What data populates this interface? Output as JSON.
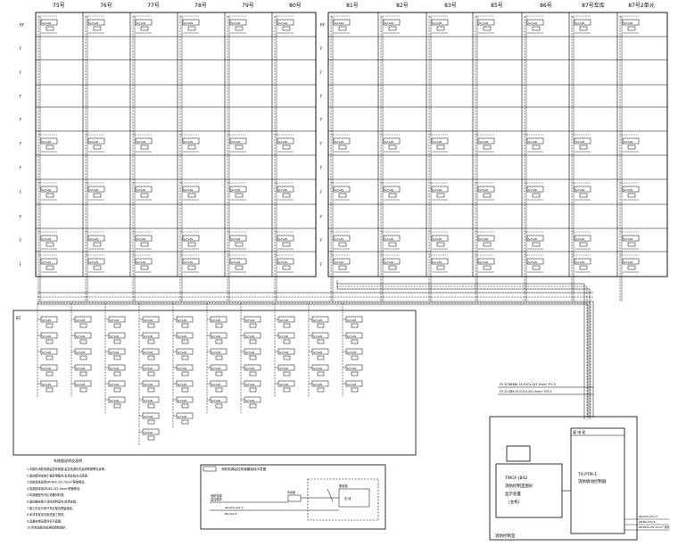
{
  "top_columns_left": [
    "75号",
    "76号",
    "77号",
    "78号",
    "79号",
    "80号"
  ],
  "top_columns_right": [
    "81号",
    "82号",
    "83号",
    "85号",
    "86号",
    "87号车库",
    "87号2单元"
  ],
  "row_labels": [
    "RF",
    "F",
    "F",
    "F",
    "F",
    "F",
    "F",
    "F",
    "F",
    "F",
    "F"
  ],
  "lower_block_label": "B1",
  "device_tag": "SI-FLAN",
  "wiring_lines": [
    "FS-32 NB8BL 2S-FUCV-2X1.5mm² 3*2.5",
    "FS-32 SB9 2S-FUCV-2X1.5mm² 3*2.5"
  ],
  "fire_room": {
    "terminal_header": "弱 电 柜",
    "host_model": "TWGF-JB42",
    "host_line1": "消防控制室图形",
    "host_line2": "显示装置",
    "host_line3": "(主机)",
    "ctrl_model": "TX-PTM-1",
    "ctrl_line1": "消防联动控制器",
    "room_label": "消防控制室"
  },
  "legend": {
    "title": "系统图说明及说明",
    "lines": [
      "1.本图为消防电源监控系统图,监控电源状态及故障报警信息等。",
      "2.监控模块安装于各配电箱内,采用总线方式连接。",
      "3.系统总线采用ZR-RVS-2X1.5mm²穿管敷设。",
      "4.电源线采用ZR-BV-2X2.5mm²穿管敷设。",
      "5.传感器型号详见设备材料表。",
      "6.监控器安装于消防控制室内,挂墙安装。",
      "7.施工时应与电气专业配合预留接线。",
      "8.未尽事宜详见相关施工规范。",
      "9.设备安装高度详见平面图。",
      "10.所有线缆均应穿阻燃管保护。"
    ]
  },
  "detail": {
    "title": "消防电源监控传感器接线示意图",
    "source_label": "消防电源",
    "source_sub": "监控模块",
    "line_a": "ZR-RVS  2X1.5",
    "line_b": "BV-2X2.5",
    "sensor_label": "传感器",
    "box_label": "配电箱",
    "bus_label": "总 线"
  },
  "right_bottom_labels": [
    "ZR-RVS-2X1.5",
    "ZR-BV-2X2.5",
    "ZR-RVS 2X1.5mm² 穿管"
  ]
}
